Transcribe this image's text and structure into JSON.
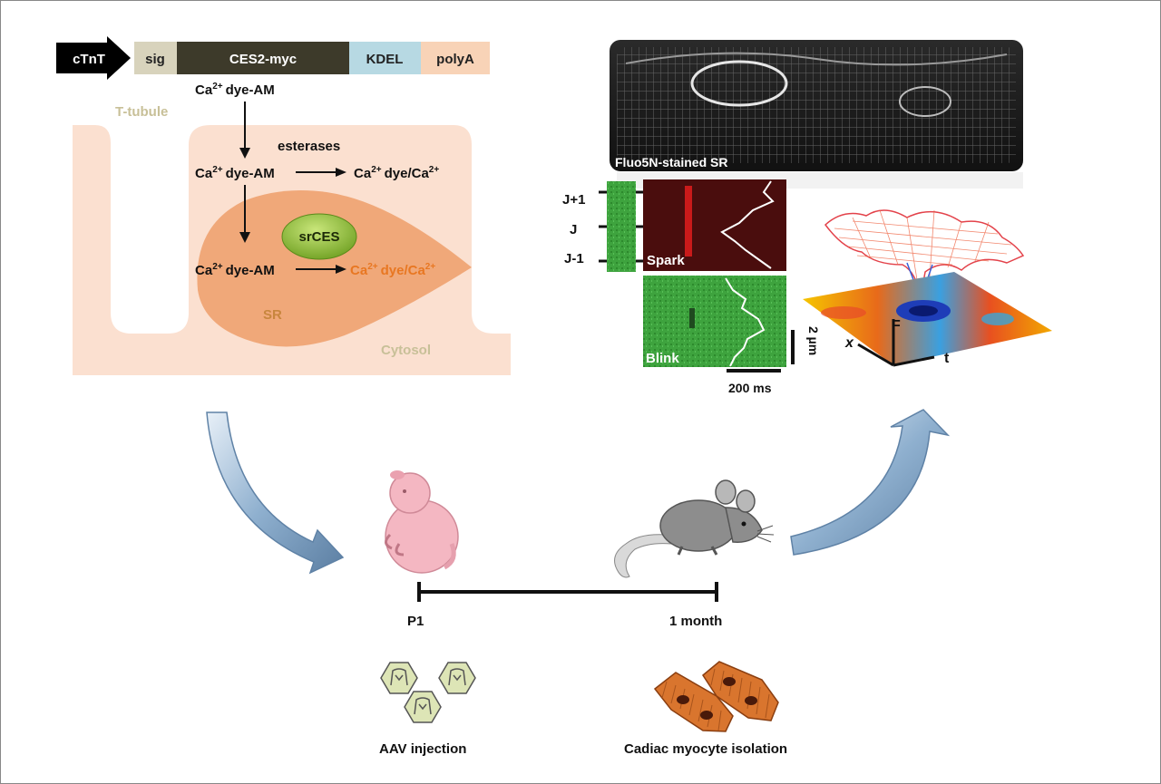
{
  "construct": {
    "promoter": "cTnT",
    "segments": [
      "sig",
      "CES2-myc",
      "KDEL",
      "polyA"
    ]
  },
  "cell_diagram": {
    "t_tubule": "T-tubule",
    "cytosol": "Cytosol",
    "sr": "SR",
    "enzyme": "srCES",
    "esterases": "esterases",
    "ca_dye_am": "dye-AM",
    "ca_dye_ca": "dye/Ca",
    "ca": "Ca",
    "sup_charge": "2+"
  },
  "imaging": {
    "micrograph_label": "Fluo5N-stained SR",
    "line_labels": [
      "J+1",
      "J",
      "J-1"
    ],
    "spark_label": "Spark",
    "blink_label": "Blink",
    "scale_time": "200 ms",
    "scale_space": "2 µm",
    "axis_x": "x",
    "axis_t": "t",
    "axis_f": "F"
  },
  "timeline": {
    "start_label": "P1",
    "end_label": "1 month"
  },
  "bottom": {
    "left_caption": "AAV injection",
    "right_caption": "Cadiac myocyte isolation"
  },
  "colors": {
    "construct_dark": "#3d3a2a",
    "construct_sig": "#d8d3bc",
    "construct_kdel": "#b7d9e3",
    "construct_polya": "#f8d3b7",
    "cytosol": "#fbe0d0",
    "sr": "#f0a879",
    "enzyme": "#8cbf2f",
    "orange_text": "#e87722",
    "olive_text": "#c8c098",
    "arrow_blue": "#7fa3c4"
  }
}
